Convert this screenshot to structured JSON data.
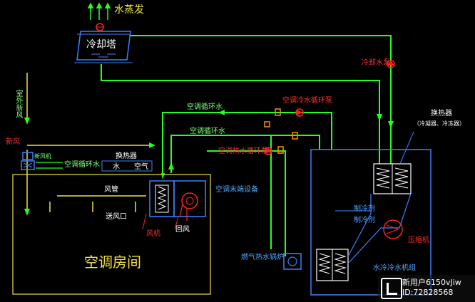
{
  "labels": {
    "water_evaporation": "水蒸发",
    "cooling_tower": "冷却塔",
    "cooling_water_pump": "冷却水泵",
    "outdoor_fresh_air": "室外新风",
    "fresh_air_left": "新风",
    "fresh_air_unit": "新风机",
    "ac_circulating_water_top": "空调循环水",
    "ac_circulating_water_mid": "空调循环水",
    "ac_circulating_water_left": "空调循环水",
    "ac_cold_water_pump": "空调冷水循环泵",
    "ac_hot_water_pump": "空调热水循环泵",
    "heat_exchanger_center": "换热器",
    "water_label": "水",
    "air_label": "空气",
    "air_duct": "风管",
    "air_outlet": "送风口",
    "air_handling_unit": "空调末端设备",
    "supply_air": "风机",
    "return_air": "回风",
    "ac_room": "空调房间",
    "heat_exchanger_right": "换热器",
    "heat_exchanger_right_sub": "（冷凝器、冷冻器）",
    "refrigerant_1": "制冷剂",
    "refrigerant_2": "制冷剂",
    "compressor": "压缩机",
    "gas_boiler": "燃气热水锅炉",
    "chiller_unit": "水冷冷水机组"
  },
  "watermark": {
    "user": "新用户6150vJiw",
    "id": "ID:72828568"
  },
  "colors": {
    "background": "#000000",
    "water_pipe": "#22ff22",
    "duct": "#f0e040",
    "equipment": "#3f7fff",
    "pump": "#ff2020",
    "valve": "#ff8c00",
    "text": "#ffffff"
  }
}
